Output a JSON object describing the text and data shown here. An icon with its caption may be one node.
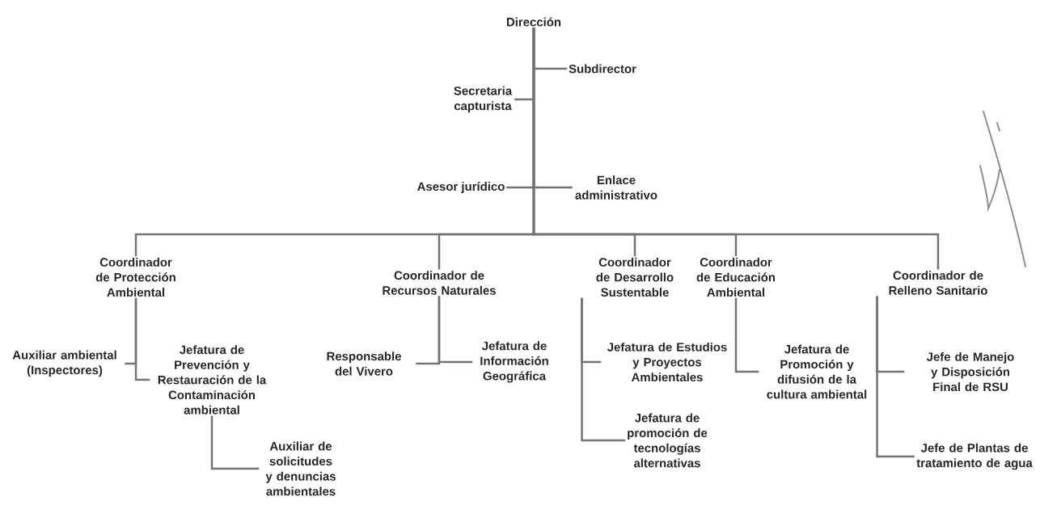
{
  "diagram": {
    "nodes": [
      {
        "text": [
          "Dirección"
        ]
      },
      {
        "text": [
          "Subdirector"
        ]
      },
      {
        "text": [
          "Secretaria capturista"
        ]
      },
      {
        "text": [
          "Asesor jurídico"
        ]
      },
      {
        "text": [
          "Enlace administrativo"
        ]
      },
      {
        "text": [
          "Coordinador de Protección Ambiental"
        ]
      },
      {
        "text": [
          "Coordinador de Recursos Naturales"
        ]
      },
      {
        "text": [
          "Coordinador de Desarrollo Sustentable"
        ]
      },
      {
        "text": [
          "Coordinador de Educación Ambiental"
        ]
      },
      {
        "text": [
          "Coordinador de Relleno Sanitario"
        ]
      },
      {
        "text": [
          "Auxiliar ambiental (Inspectores)"
        ]
      },
      {
        "text": [
          "Jefatura de Prevención y Restauración de la Contaminación ambiental"
        ]
      },
      {
        "text": [
          "Responsable del Vivero"
        ]
      },
      {
        "text": [
          "Jefatura de Información Geográfica"
        ]
      },
      {
        "text": [
          "Jefatura de Estudios y Proyectos Ambientales"
        ]
      },
      {
        "text": [
          "Jefatura de Promoción y difusión de la cultura ambiental"
        ]
      },
      {
        "text": [
          "Jefe de Manejo y Disposición Final de RSU"
        ]
      },
      {
        "text": [
          "Auxiliar de solicitudes y denuncias ambientales"
        ]
      },
      {
        "text": [
          "Jefatura de promoción de tecnologías alternativas"
        ]
      },
      {
        "text": [
          "Jefe de Plantas de tratamiento de agua"
        ]
      }
    ],
    "edges": [
      {
        "from": 0,
        "to": 1,
        "arrow": "none"
      },
      {
        "from": 0,
        "to": 2,
        "arrow": "none"
      },
      {
        "from": 0,
        "to": 3,
        "arrow": "none"
      },
      {
        "from": 0,
        "to": 4,
        "arrow": "none"
      },
      {
        "from": 0,
        "to": 5,
        "arrow": "none"
      },
      {
        "from": 0,
        "to": 6,
        "arrow": "none"
      },
      {
        "from": 0,
        "to": 7,
        "arrow": "none"
      },
      {
        "from": 0,
        "to": 8,
        "arrow": "none"
      },
      {
        "from": 0,
        "to": 9,
        "arrow": "none"
      },
      {
        "from": 5,
        "to": 10,
        "arrow": "none"
      },
      {
        "from": 5,
        "to": 11,
        "arrow": "none"
      },
      {
        "from": 6,
        "to": 12,
        "arrow": "none"
      },
      {
        "from": 6,
        "to": 13,
        "arrow": "none"
      },
      {
        "from": 7,
        "to": 14,
        "arrow": "none"
      },
      {
        "from": 7,
        "to": 18,
        "arrow": "none"
      },
      {
        "from": 8,
        "to": 15,
        "arrow": "none"
      },
      {
        "from": 9,
        "to": 16,
        "arrow": "none"
      },
      {
        "from": 9,
        "to": 19,
        "arrow": "none"
      },
      {
        "from": 11,
        "to": 17,
        "arrow": "none"
      }
    ]
  }
}
